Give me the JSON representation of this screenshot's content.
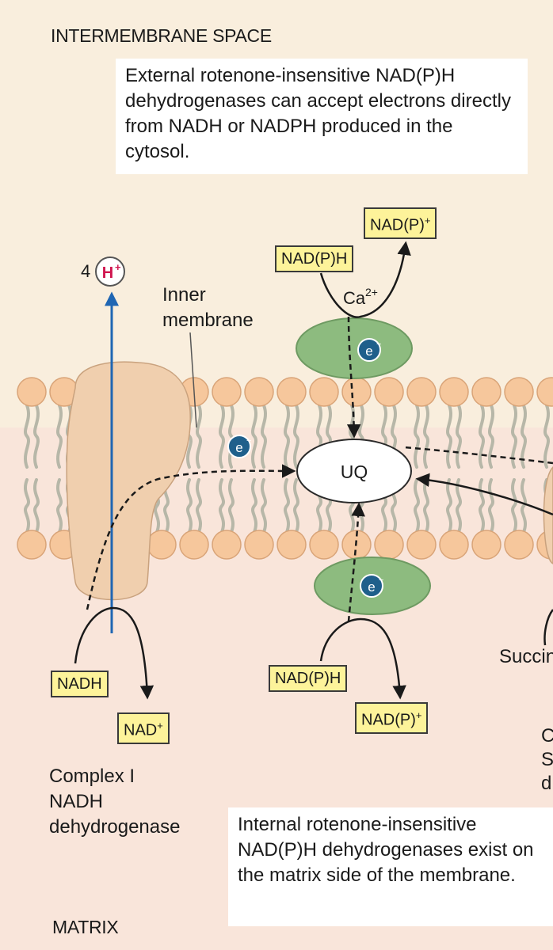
{
  "regions": {
    "top": "INTERMEMBRANE SPACE",
    "bottom": "MATRIX"
  },
  "notes": {
    "external": "External rotenone-insensitive NAD(P)H dehydrogenases can accept electrons directly from NADH or NADPH produced in the cytosol.",
    "internal": "Internal rotenone-insensitive NAD(P)H dehydrogenases exist on the matrix side of the membrane."
  },
  "labels": {
    "inner_membrane_1": "Inner",
    "inner_membrane_2": "membrane",
    "proton_count": "4",
    "proton": "H",
    "proton_charge": "+",
    "calcium": "Ca",
    "calcium_charge": "2+",
    "electron": "e",
    "electron_charge": "−",
    "ubiquinone": "UQ",
    "complex1_line1": "Complex I",
    "complex1_line2": "NADH",
    "complex1_line3": "dehydrogenase",
    "succinate_partial": "Succin",
    "partial_c": "C",
    "partial_s": "S",
    "partial_d": "d"
  },
  "tags": {
    "ext_reduced": "NAD(P)H",
    "ext_oxidized": "NAD(P)",
    "int_reduced": "NAD(P)H",
    "int_oxidized": "NAD(P)",
    "c1_reduced": "NADH",
    "c1_oxidized": "NAD",
    "plus": "+"
  },
  "colors": {
    "intermembrane_bg": "#f9eedd",
    "matrix_bg": "#f9e5da",
    "protein": "#f0cfae",
    "enzyme": "#8dbb7f",
    "electron": "#1f5f8b",
    "proton_arrow": "#1f66b3",
    "proton_text": "#d0164f",
    "tag_fill": "#fdf39a"
  }
}
